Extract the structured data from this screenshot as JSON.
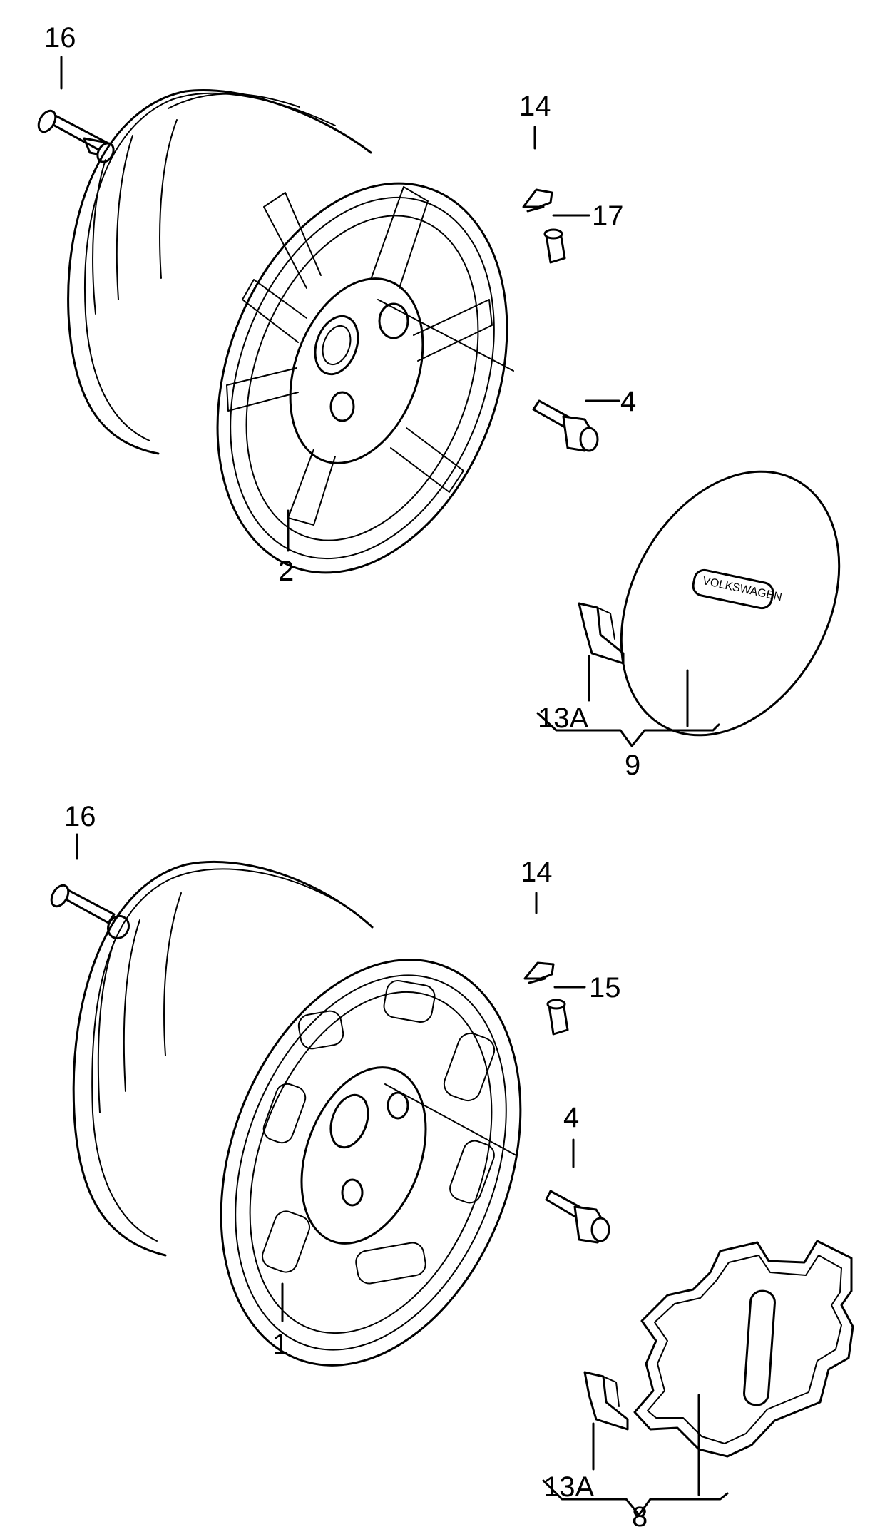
{
  "labels": {
    "top_valve": "16",
    "top_wheel": "2",
    "top_clip": "14",
    "top_lock": "17",
    "top_bolt": "4",
    "top_center_clip": "13A",
    "top_center_cap": "9",
    "top_cap_logo": "VOLKSWAGEN",
    "bottom_valve": "16",
    "bottom_wheel": "1",
    "bottom_clip": "14",
    "bottom_lock": "15",
    "bottom_bolt": "4",
    "bottom_center_clip": "13A",
    "bottom_center_cap": "8"
  },
  "colors": {
    "ink": "#000000",
    "paper": "#ffffff"
  },
  "icons": [
    "valve-stem-icon",
    "wheel-icon",
    "bolt-icon",
    "clip-icon",
    "lock-cylinder-icon",
    "center-cap-icon"
  ]
}
